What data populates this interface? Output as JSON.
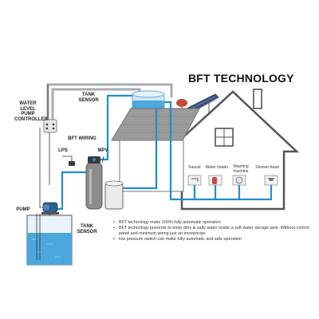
{
  "title": "BFT TECHNOLOGY",
  "labels": {
    "controller": [
      "WATER",
      "LEVEL",
      "PUMP",
      "CONTROLLER"
    ],
    "tank_sensor_top": [
      "TANK",
      "SENSOR"
    ],
    "bft_wiring": "BFT WIRING",
    "lps": "LPS",
    "mpv": "MPV",
    "pump": "PUMP",
    "tank_sensor_bottom": [
      "TANK",
      "SENSOR"
    ]
  },
  "appliances": [
    {
      "label": "Faucet"
    },
    {
      "label": "Water heater"
    },
    {
      "label": "Washing machine"
    },
    {
      "label": "Shower head"
    }
  ],
  "notes": [
    "BFT technology make 100% fully automatic operation.",
    "BFT technology prevents to enter dirty & salty water inside a soft water storage tank. Without control panel and minimum wiring just an incorporate",
    "low pressure switch can make fully automatic and safe operation"
  ],
  "colors": {
    "pipe_water": "#1f8fcf",
    "pipe_grey": "#9aa0a6",
    "wiring": "#333333",
    "roof": "#8e8e8e",
    "tank_water": "#4aa8de"
  }
}
